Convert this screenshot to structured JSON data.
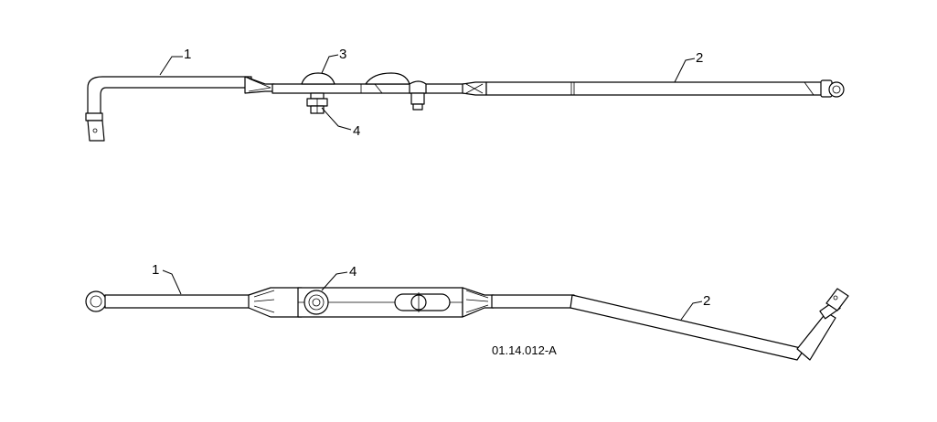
{
  "figure_id": "01.14.012-A",
  "top_view": {
    "callouts": [
      {
        "label": "1"
      },
      {
        "label": "3"
      },
      {
        "label": "4"
      },
      {
        "label": "2"
      }
    ]
  },
  "bottom_view": {
    "callouts": [
      {
        "label": "1"
      },
      {
        "label": "4"
      },
      {
        "label": "2"
      }
    ]
  }
}
